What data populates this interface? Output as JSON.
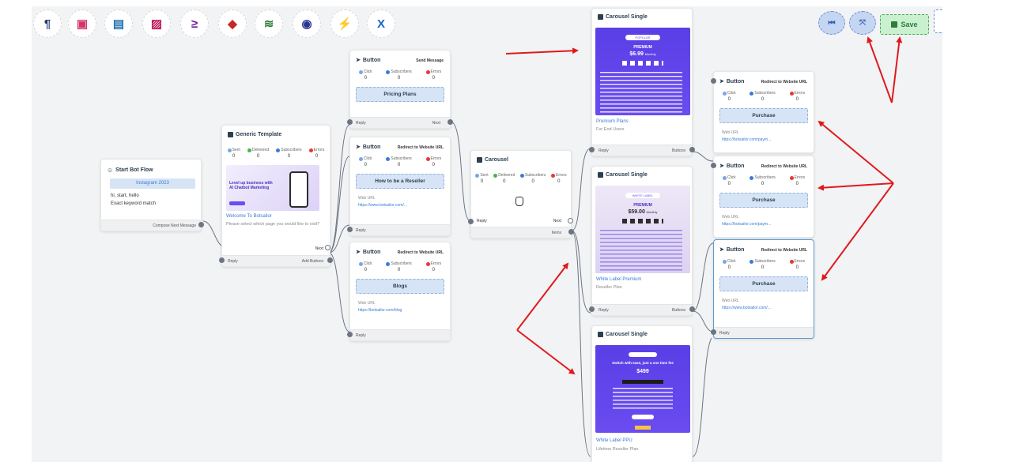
{
  "toolbar": {
    "icons": [
      {
        "name": "paragraph-icon",
        "glyph": "¶",
        "color": "#1f3b73"
      },
      {
        "name": "camera-icon",
        "glyph": "▣",
        "color": "#d6336c"
      },
      {
        "name": "contact-card-icon",
        "glyph": "▤",
        "color": "#1f6fb2"
      },
      {
        "name": "image-icon",
        "glyph": "▨",
        "color": "#c2185b"
      },
      {
        "name": "condition-icon",
        "glyph": "≥",
        "color": "#6a1b9a"
      },
      {
        "name": "paint-bucket-icon",
        "glyph": "◆",
        "color": "#c62828"
      },
      {
        "name": "stack-icon",
        "glyph": "≋",
        "color": "#2e7d32"
      },
      {
        "name": "robot-icon",
        "glyph": "◉",
        "color": "#283593"
      },
      {
        "name": "plug-icon",
        "glyph": "⚡",
        "color": "#6a1b9a"
      },
      {
        "name": "excel-icon",
        "glyph": "X",
        "color": "#1565c0"
      }
    ],
    "save_label": "Save"
  },
  "start_node": {
    "title": "Start Bot Flow",
    "keyword": "Instagram 2023",
    "line1": "hi, start, hello",
    "line2": "Exact keyword match",
    "footer": "Compose Next Message"
  },
  "generic_template": {
    "title": "Generic Template",
    "stats": [
      {
        "label": "Sent",
        "value": "0"
      },
      {
        "label": "Delivered",
        "value": "0"
      },
      {
        "label": "Subscribers",
        "value": "0"
      },
      {
        "label": "Errors",
        "value": "0"
      }
    ],
    "banner_headline": "Level up business with AI Chatbot Marketing",
    "card_title": "Welcome To Botsailor",
    "card_subtitle": "Please select which page you would like to visit?",
    "footer_left": "Reply",
    "footer_right_next": "Next",
    "footer_right_add": "Add Buttons"
  },
  "buttons_col": [
    {
      "title": "Button",
      "type": "Send Message",
      "stats": [
        "Click",
        "Subscribers",
        "Errors"
      ],
      "values": [
        "0",
        "0",
        "0"
      ],
      "label": "Pricing Plans",
      "url_label": "",
      "url": "",
      "footer_left": "Reply",
      "footer_right": "Next"
    },
    {
      "title": "Button",
      "type": "Redirect to Website URL",
      "stats": [
        "Click",
        "Subscribers",
        "Errors"
      ],
      "values": [
        "0",
        "0",
        "0"
      ],
      "label": "How to be a Reseller",
      "url_label": "Web URL",
      "url": "https://www.botsailor.com/...",
      "footer_left": "Reply",
      "footer_right": ""
    },
    {
      "title": "Button",
      "type": "Redirect to Website URL",
      "stats": [
        "Click",
        "Subscribers",
        "Errors"
      ],
      "values": [
        "0",
        "0",
        "0"
      ],
      "label": "Blogs",
      "url_label": "Web URL",
      "url": "https://botsailor.com/blog",
      "footer_left": "Reply",
      "footer_right": ""
    }
  ],
  "carousel": {
    "title": "Carousel",
    "stats": [
      {
        "label": "Sent",
        "value": "0"
      },
      {
        "label": "Delivered",
        "value": "0"
      },
      {
        "label": "Subscribers",
        "value": "0"
      },
      {
        "label": "Errors",
        "value": "0"
      }
    ],
    "footer_left": "Reply",
    "footer_next": "Next",
    "footer_items": "Items"
  },
  "carousel_singles": [
    {
      "title": "Carousel Single",
      "name": "Premium Plans",
      "desc": "For End Users",
      "badge": "POPULAR",
      "plan": "PREMIUM",
      "price": "$6.99",
      "period": "Monthly",
      "footer_left": "Reply",
      "footer_right": "Buttons"
    },
    {
      "title": "Carousel Single",
      "name": "White Label Premium",
      "desc": "Reseller Plan",
      "badge": "WHITE LABEL",
      "plan": "PREMIUM",
      "price": "$59.00",
      "period": "Monthly",
      "footer_left": "Reply",
      "footer_right": "Buttons"
    },
    {
      "title": "Carousel Single",
      "name": "White Label PPU",
      "desc": "Lifetime Reseller Plan",
      "badge": "",
      "plan": "Switch with ease, just a one time fee",
      "price": "$499",
      "period": "",
      "footer_left": "",
      "footer_right": ""
    }
  ],
  "buttons_right": [
    {
      "title": "Button",
      "type": "Redirect to Website URL",
      "stats": [
        "Click",
        "Subscribers",
        "Errors"
      ],
      "values": [
        "0",
        "0",
        "0"
      ],
      "label": "Purchase",
      "url_label": "Web URL",
      "url": "https://botsailor.com/paym..."
    },
    {
      "title": "Button",
      "type": "Redirect to Website URL",
      "stats": [
        "Click",
        "Subscribers",
        "Errors"
      ],
      "values": [
        "0",
        "0",
        "0"
      ],
      "label": "Purchase",
      "url_label": "Web URL",
      "url": "https://botsailor.com/paym..."
    },
    {
      "title": "Button",
      "type": "Redirect to Website URL",
      "stats": [
        "Click",
        "Subscribers",
        "Errors"
      ],
      "values": [
        "0",
        "0",
        "0"
      ],
      "label": "Purchase",
      "url_label": "Web URL",
      "url": "https://www.botsailor.com/...",
      "footer_left": "Reply"
    }
  ],
  "colors": {
    "accent": "#3a7bd5",
    "canvas": "#f2f3f4",
    "annotation": "#e0191f",
    "save": "#2f7a3c"
  }
}
